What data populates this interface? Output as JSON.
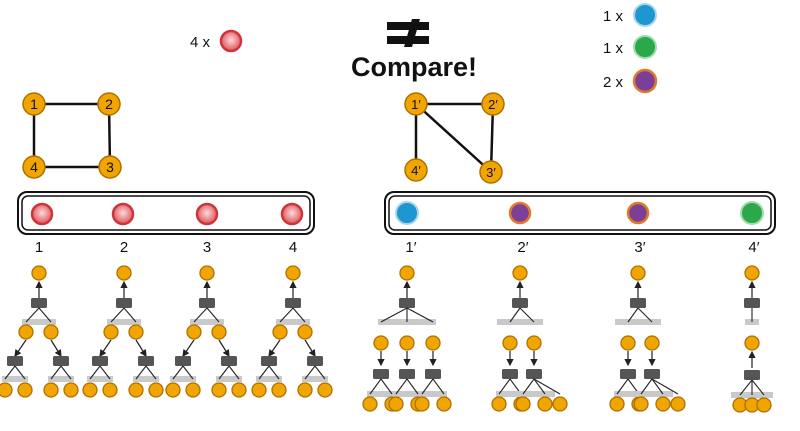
{
  "compare_text": "Compare!",
  "not_equal_symbol": "≠",
  "left_graph": {
    "count_legend": [
      {
        "count": "4 x",
        "color": "#e03a3e"
      }
    ],
    "nodes": [
      "1",
      "2",
      "3",
      "4"
    ],
    "edges": [
      [
        "1",
        "2"
      ],
      [
        "2",
        "3"
      ],
      [
        "3",
        "4"
      ],
      [
        "4",
        "1"
      ]
    ],
    "signature_labels": [
      "1",
      "2",
      "3",
      "4"
    ],
    "signature_colors": [
      "#e03a3e",
      "#e03a3e",
      "#e03a3e",
      "#e03a3e"
    ]
  },
  "right_graph": {
    "count_legend": [
      {
        "count": "1 x",
        "color": "#1e96d0"
      },
      {
        "count": "1 x",
        "color": "#2aa84a"
      },
      {
        "count": "2 x",
        "color": "#7b3f98"
      }
    ],
    "nodes": [
      "1′",
      "2′",
      "3′",
      "4′"
    ],
    "edges": [
      [
        "1′",
        "2′"
      ],
      [
        "2′",
        "3′"
      ],
      [
        "1′",
        "3′"
      ],
      [
        "1′",
        "4′"
      ]
    ],
    "signature_labels": [
      "1′",
      "2′",
      "3′",
      "4′"
    ],
    "signature_colors": [
      "#1e96d0",
      "#7b3f98",
      "#7b3f98",
      "#2aa84a"
    ]
  },
  "colors": {
    "node_fill": "#f0a500",
    "node_stroke": "#b07000",
    "aggregator": "#555555",
    "red": "#e03a3e",
    "blue": "#1e96d0",
    "green": "#2aa84a",
    "purple": "#7b3f98"
  }
}
